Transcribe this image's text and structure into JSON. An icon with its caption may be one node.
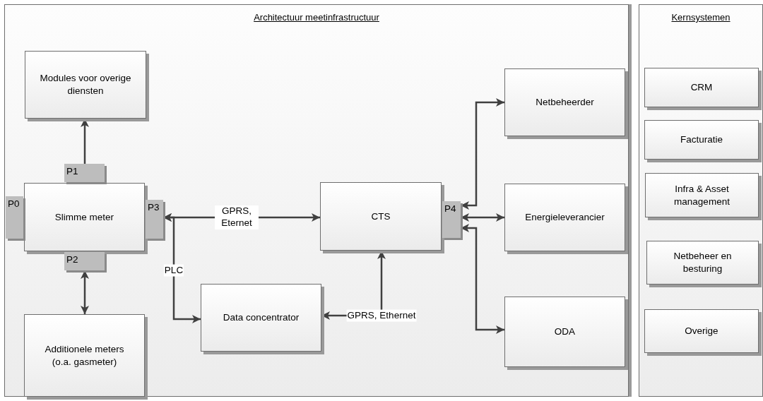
{
  "diagram": {
    "nodes": [
      {
        "text": [
          "Architectuur meetinfrastructuur"
        ]
      },
      {
        "text": [
          "Modules voor overige diensten"
        ],
        "in": 0
      },
      {
        "text": [
          "Slimme meter"
        ],
        "in": 0
      },
      {
        "text": [
          "P1"
        ],
        "in": 0
      },
      {
        "text": [
          "P0"
        ],
        "in": 0
      },
      {
        "text": [
          "P2"
        ],
        "in": 0
      },
      {
        "text": [
          "P3"
        ],
        "in": 0
      },
      {
        "text": [
          "Additionele meters (o.a. gasmeter)"
        ],
        "in": 0
      },
      {
        "text": [
          "CTS"
        ],
        "in": 0
      },
      {
        "text": [
          "P4"
        ],
        "in": 0
      },
      {
        "text": [
          "Data concentrator"
        ],
        "in": 0
      },
      {
        "text": [
          "Netbeheerder"
        ],
        "in": 0
      },
      {
        "text": [
          "Energieleverancier"
        ],
        "in": 0
      },
      {
        "text": [
          "ODA"
        ],
        "in": 0
      },
      {
        "text": [
          "Kernsystemen"
        ]
      },
      {
        "text": [
          "CRM"
        ],
        "in": 14
      },
      {
        "text": [
          "Facturatie"
        ],
        "in": 14
      },
      {
        "text": [
          "Infra & Asset management"
        ],
        "in": 14
      },
      {
        "text": [
          "Netbeheer en besturing"
        ],
        "in": 14
      },
      {
        "text": [
          "Overige"
        ],
        "in": 14
      }
    ],
    "edges": [
      {
        "from": 3,
        "to": 1,
        "arrow": "to"
      },
      {
        "from": 5,
        "to": 7,
        "arrow": "both"
      },
      {
        "from": 6,
        "to": 8,
        "arrow": "both",
        "label": "GPRS, Eternet"
      },
      {
        "from": 6,
        "to": 10,
        "arrow": "both",
        "label": "PLC"
      },
      {
        "from": 8,
        "to": 10,
        "arrow": "both",
        "label": "GPRS, Ethernet"
      },
      {
        "from": 9,
        "to": 11,
        "arrow": "both"
      },
      {
        "from": 9,
        "to": 12,
        "arrow": "both"
      },
      {
        "from": 9,
        "to": 13,
        "arrow": "both"
      }
    ]
  }
}
